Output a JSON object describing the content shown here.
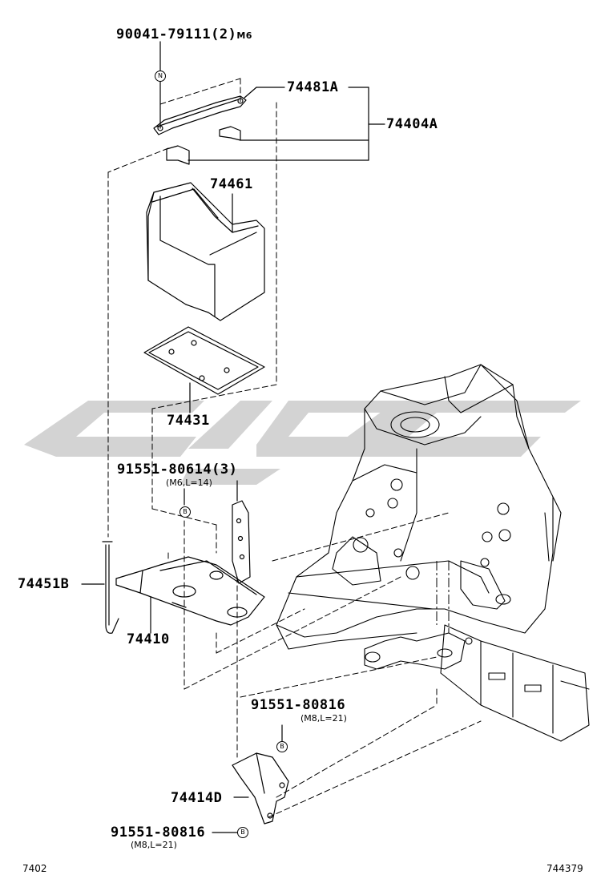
{
  "parts": {
    "bolt_top": {
      "number": "90041-79111",
      "qty": "(2)",
      "spec": "M6"
    },
    "clamp": "74481A",
    "clamp_set": "74404A",
    "insulator": "74461",
    "tray_sheet": "74431",
    "screw_tray": {
      "number": "91551-80614",
      "qty": "(3)",
      "spec": "(M6,L=14)"
    },
    "hold_rod": "74451B",
    "tray": "74410",
    "screw_bracket_a": {
      "number": "91551-80816",
      "spec": "(M8,L=21)"
    },
    "bracket": "74414D",
    "screw_bracket_b": {
      "number": "91551-80816",
      "spec": "(M8,L=21)"
    }
  },
  "callouts": {
    "n": "N",
    "b": "B"
  },
  "footer": {
    "left_code": "7402",
    "right_code": "744379"
  },
  "watermark": {
    "color": "#d3d3d3"
  }
}
